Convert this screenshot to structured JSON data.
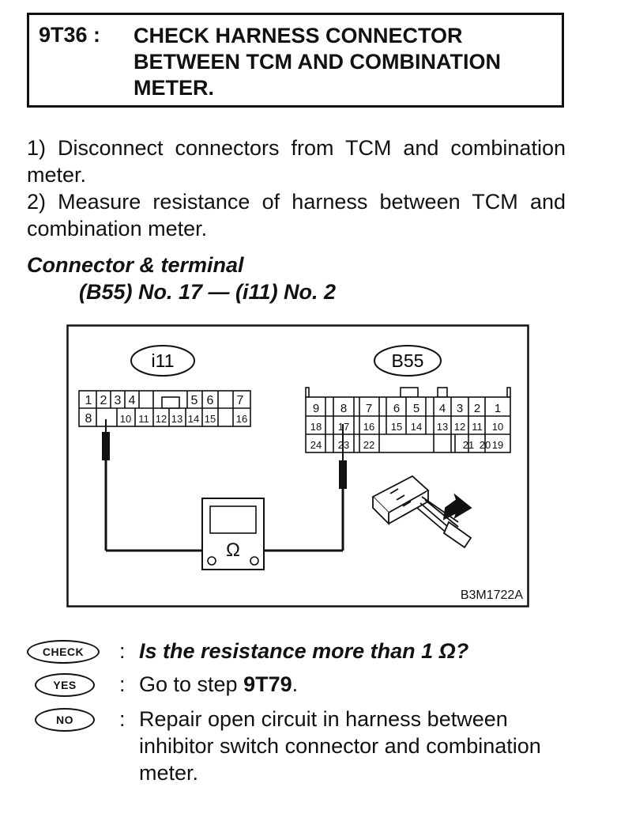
{
  "step": {
    "id": "9T36 :",
    "title": "CHECK HARNESS CONNECTOR\nBETWEEN TCM AND COMBINATION\nMETER."
  },
  "procedure": [
    "1) Disconnect connectors from TCM and combination meter.",
    "2) Measure resistance of harness between TCM and combination meter."
  ],
  "connector_terminal": {
    "heading": "Connector & terminal",
    "spec": "(B55) No. 17 — (i11) No. 2"
  },
  "figure": {
    "connector_i11": {
      "label": "i11",
      "top_row": [
        "1",
        "2",
        "3",
        "4",
        "5",
        "6",
        "7"
      ],
      "bottom_row": [
        "8",
        "10",
        "11",
        "12",
        "13",
        "14",
        "15",
        "16"
      ]
    },
    "connector_b55": {
      "label": "B55",
      "row1": [
        "9",
        "8",
        "7",
        "6",
        "5",
        "4",
        "3",
        "2",
        "1"
      ],
      "row2": [
        "18",
        "17",
        "16",
        "15",
        "14",
        "13",
        "12",
        "11",
        "10"
      ],
      "row3": [
        "24",
        "23",
        "22",
        "21",
        "20",
        "19"
      ]
    },
    "meter_symbol": "Ω",
    "code": "B3M1722A"
  },
  "results": {
    "check": {
      "badge": "CHECK",
      "colon": ":",
      "text": "Is the resistance more than 1 Ω?"
    },
    "yes": {
      "badge": "YES",
      "colon": ":",
      "text_prefix": "Go to step ",
      "step_ref": "9T79",
      "text_suffix": "."
    },
    "no": {
      "badge": "NO",
      "colon": ":",
      "text": "Repair open circuit in harness between\ninhibitor switch connector and combination meter."
    }
  }
}
